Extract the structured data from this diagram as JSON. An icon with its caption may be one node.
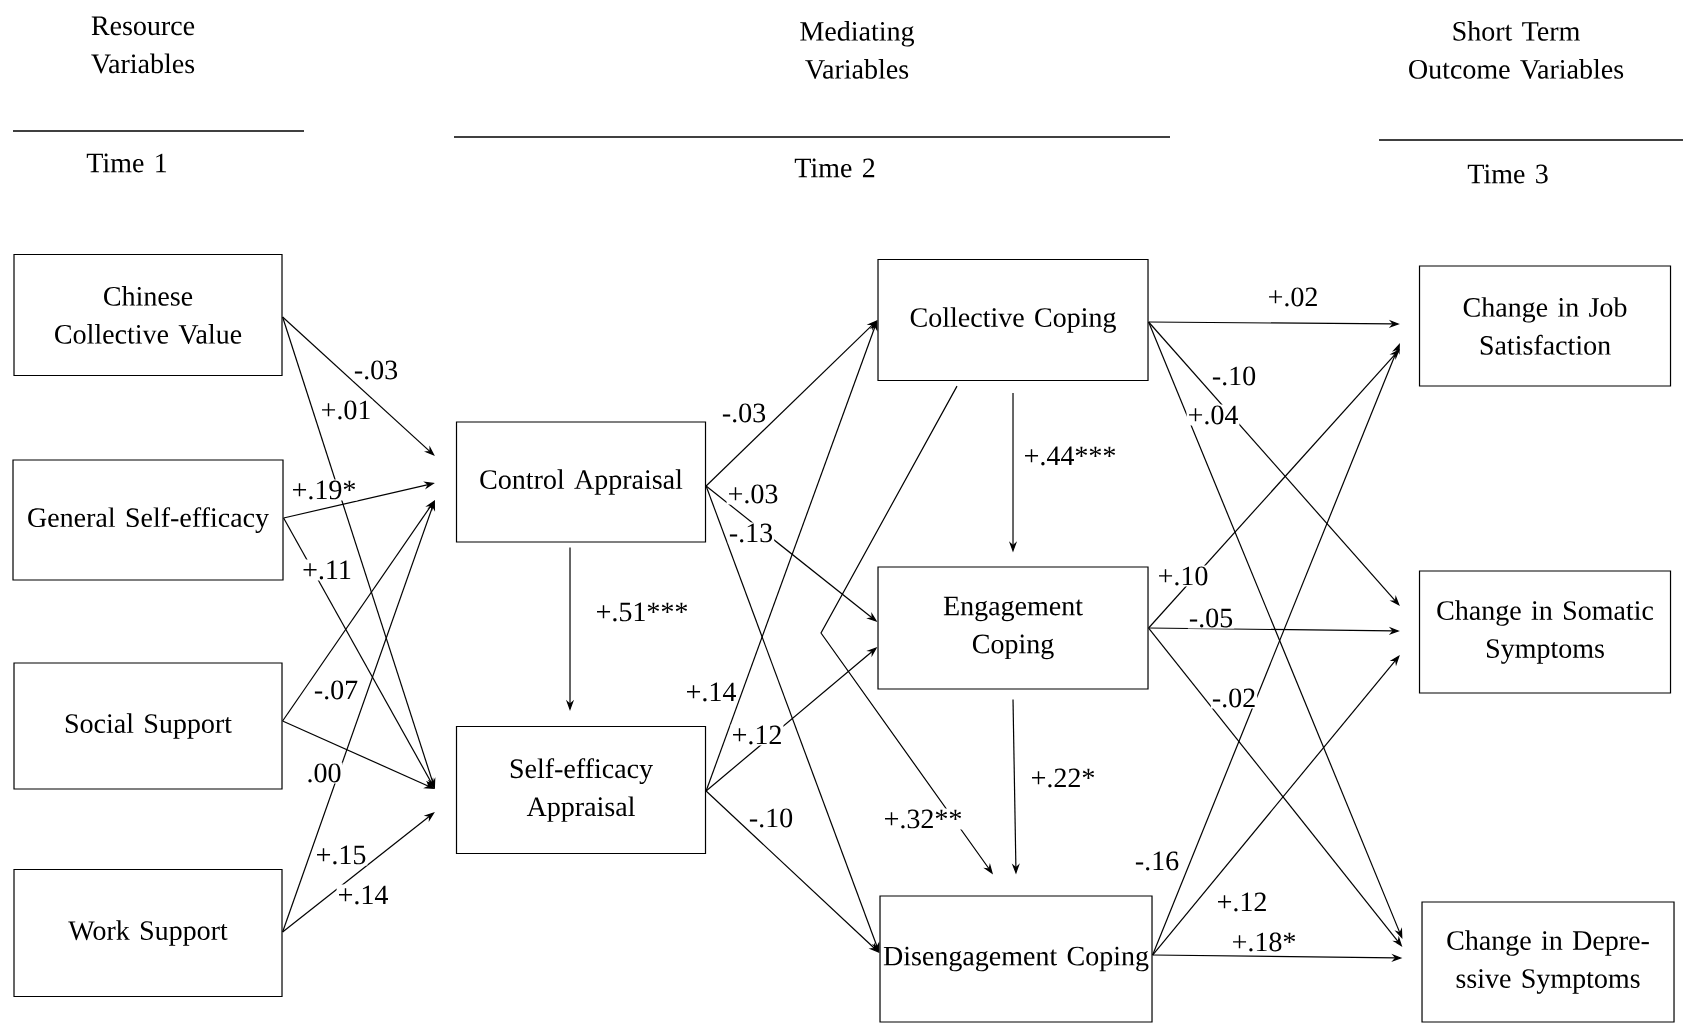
{
  "diagram": {
    "nodes": [
      {
        "text": [
          "Chinese Collective Value"
        ]
      },
      {
        "text": [
          "General Self-efficacy"
        ]
      },
      {
        "text": [
          "Social Support"
        ]
      },
      {
        "text": [
          "Work Support"
        ]
      },
      {
        "text": [
          "Control Appraisal"
        ]
      },
      {
        "text": [
          "Self-efficacy Appraisal"
        ]
      },
      {
        "text": [
          "Collective Coping"
        ]
      },
      {
        "text": [
          "Engagement Coping"
        ]
      },
      {
        "text": [
          "Disengagement Coping"
        ]
      },
      {
        "text": [
          "Change in Job Satisfaction"
        ]
      },
      {
        "text": [
          "Change in Somatic Symptoms"
        ]
      },
      {
        "text": [
          "Change in Depre- ssive Symptoms"
        ]
      }
    ],
    "edges": [
      {
        "from": 0,
        "to": 4,
        "arrow": "to",
        "label": "-.03"
      },
      {
        "from": 0,
        "to": 5,
        "arrow": "to",
        "label": "+.01"
      },
      {
        "from": 1,
        "to": 4,
        "arrow": "to",
        "label": "+.19*"
      },
      {
        "from": 1,
        "to": 5,
        "arrow": "to",
        "label": "+.11"
      },
      {
        "from": 2,
        "to": 4,
        "arrow": "to",
        "label": "-.07"
      },
      {
        "from": 2,
        "to": 5,
        "arrow": "to",
        "label": ".00"
      },
      {
        "from": 3,
        "to": 4,
        "arrow": "to",
        "label": "+.15"
      },
      {
        "from": 3,
        "to": 5,
        "arrow": "to",
        "label": "+.14"
      },
      {
        "from": 4,
        "to": 5,
        "arrow": "to",
        "label": "+.51***"
      },
      {
        "from": 4,
        "to": 6,
        "arrow": "to",
        "label": "-.03"
      },
      {
        "from": 4,
        "to": 7,
        "arrow": "to",
        "label": "+.03"
      },
      {
        "from": 4,
        "to": 8,
        "arrow": "to",
        "label": "-.13"
      },
      {
        "from": 5,
        "to": 6,
        "arrow": "to",
        "label": "+.14"
      },
      {
        "from": 5,
        "to": 7,
        "arrow": "to",
        "label": "+.12"
      },
      {
        "from": 5,
        "to": 8,
        "arrow": "to",
        "label": "-.10"
      },
      {
        "from": 6,
        "to": 7,
        "arrow": "to",
        "label": "+.44***"
      },
      {
        "from": 6,
        "to": 8,
        "arrow": "to",
        "label": "+.32**"
      },
      {
        "from": 7,
        "to": 8,
        "arrow": "to",
        "label": "+.22*"
      },
      {
        "from": 6,
        "to": 9,
        "arrow": "to",
        "label": "+.02"
      },
      {
        "from": 6,
        "to": 10,
        "arrow": "to",
        "label": "-.10"
      },
      {
        "from": 6,
        "to": 11,
        "arrow": "to",
        "label": "+.04"
      },
      {
        "from": 7,
        "to": 9,
        "arrow": "to",
        "label": "+.10"
      },
      {
        "from": 7,
        "to": 10,
        "arrow": "to",
        "label": "-.05"
      },
      {
        "from": 7,
        "to": 11,
        "arrow": "to",
        "label": "-.02"
      },
      {
        "from": 8,
        "to": 9,
        "arrow": "to",
        "label": "-.16"
      },
      {
        "from": 8,
        "to": 10,
        "arrow": "to",
        "label": "+.12"
      },
      {
        "from": 8,
        "to": 11,
        "arrow": "to",
        "label": "+.18*"
      }
    ],
    "labels": [
      "Resource Variables",
      "Mediating Variables",
      "Short Term Outcome Variables",
      "Time 1",
      "Time 2",
      "Time 3"
    ]
  }
}
